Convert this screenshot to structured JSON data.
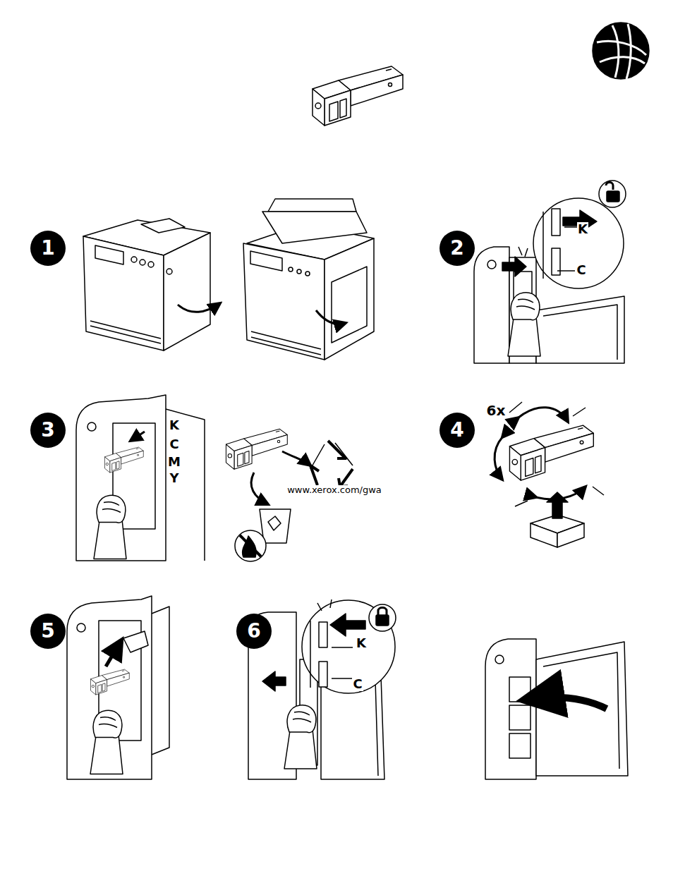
{
  "diagram": {
    "nodes": [
      {
        "text": [
          "1"
        ]
      },
      {
        "text": [
          "2"
        ]
      },
      {
        "text": [
          "3"
        ]
      },
      {
        "text": [
          "4"
        ]
      },
      {
        "text": [
          "5"
        ]
      },
      {
        "text": [
          "6"
        ]
      }
    ],
    "labels": [
      "K",
      "C",
      "K",
      "C",
      "M",
      "Y",
      "www.xerox.com/gwa",
      "6x",
      "K",
      "C"
    ]
  }
}
